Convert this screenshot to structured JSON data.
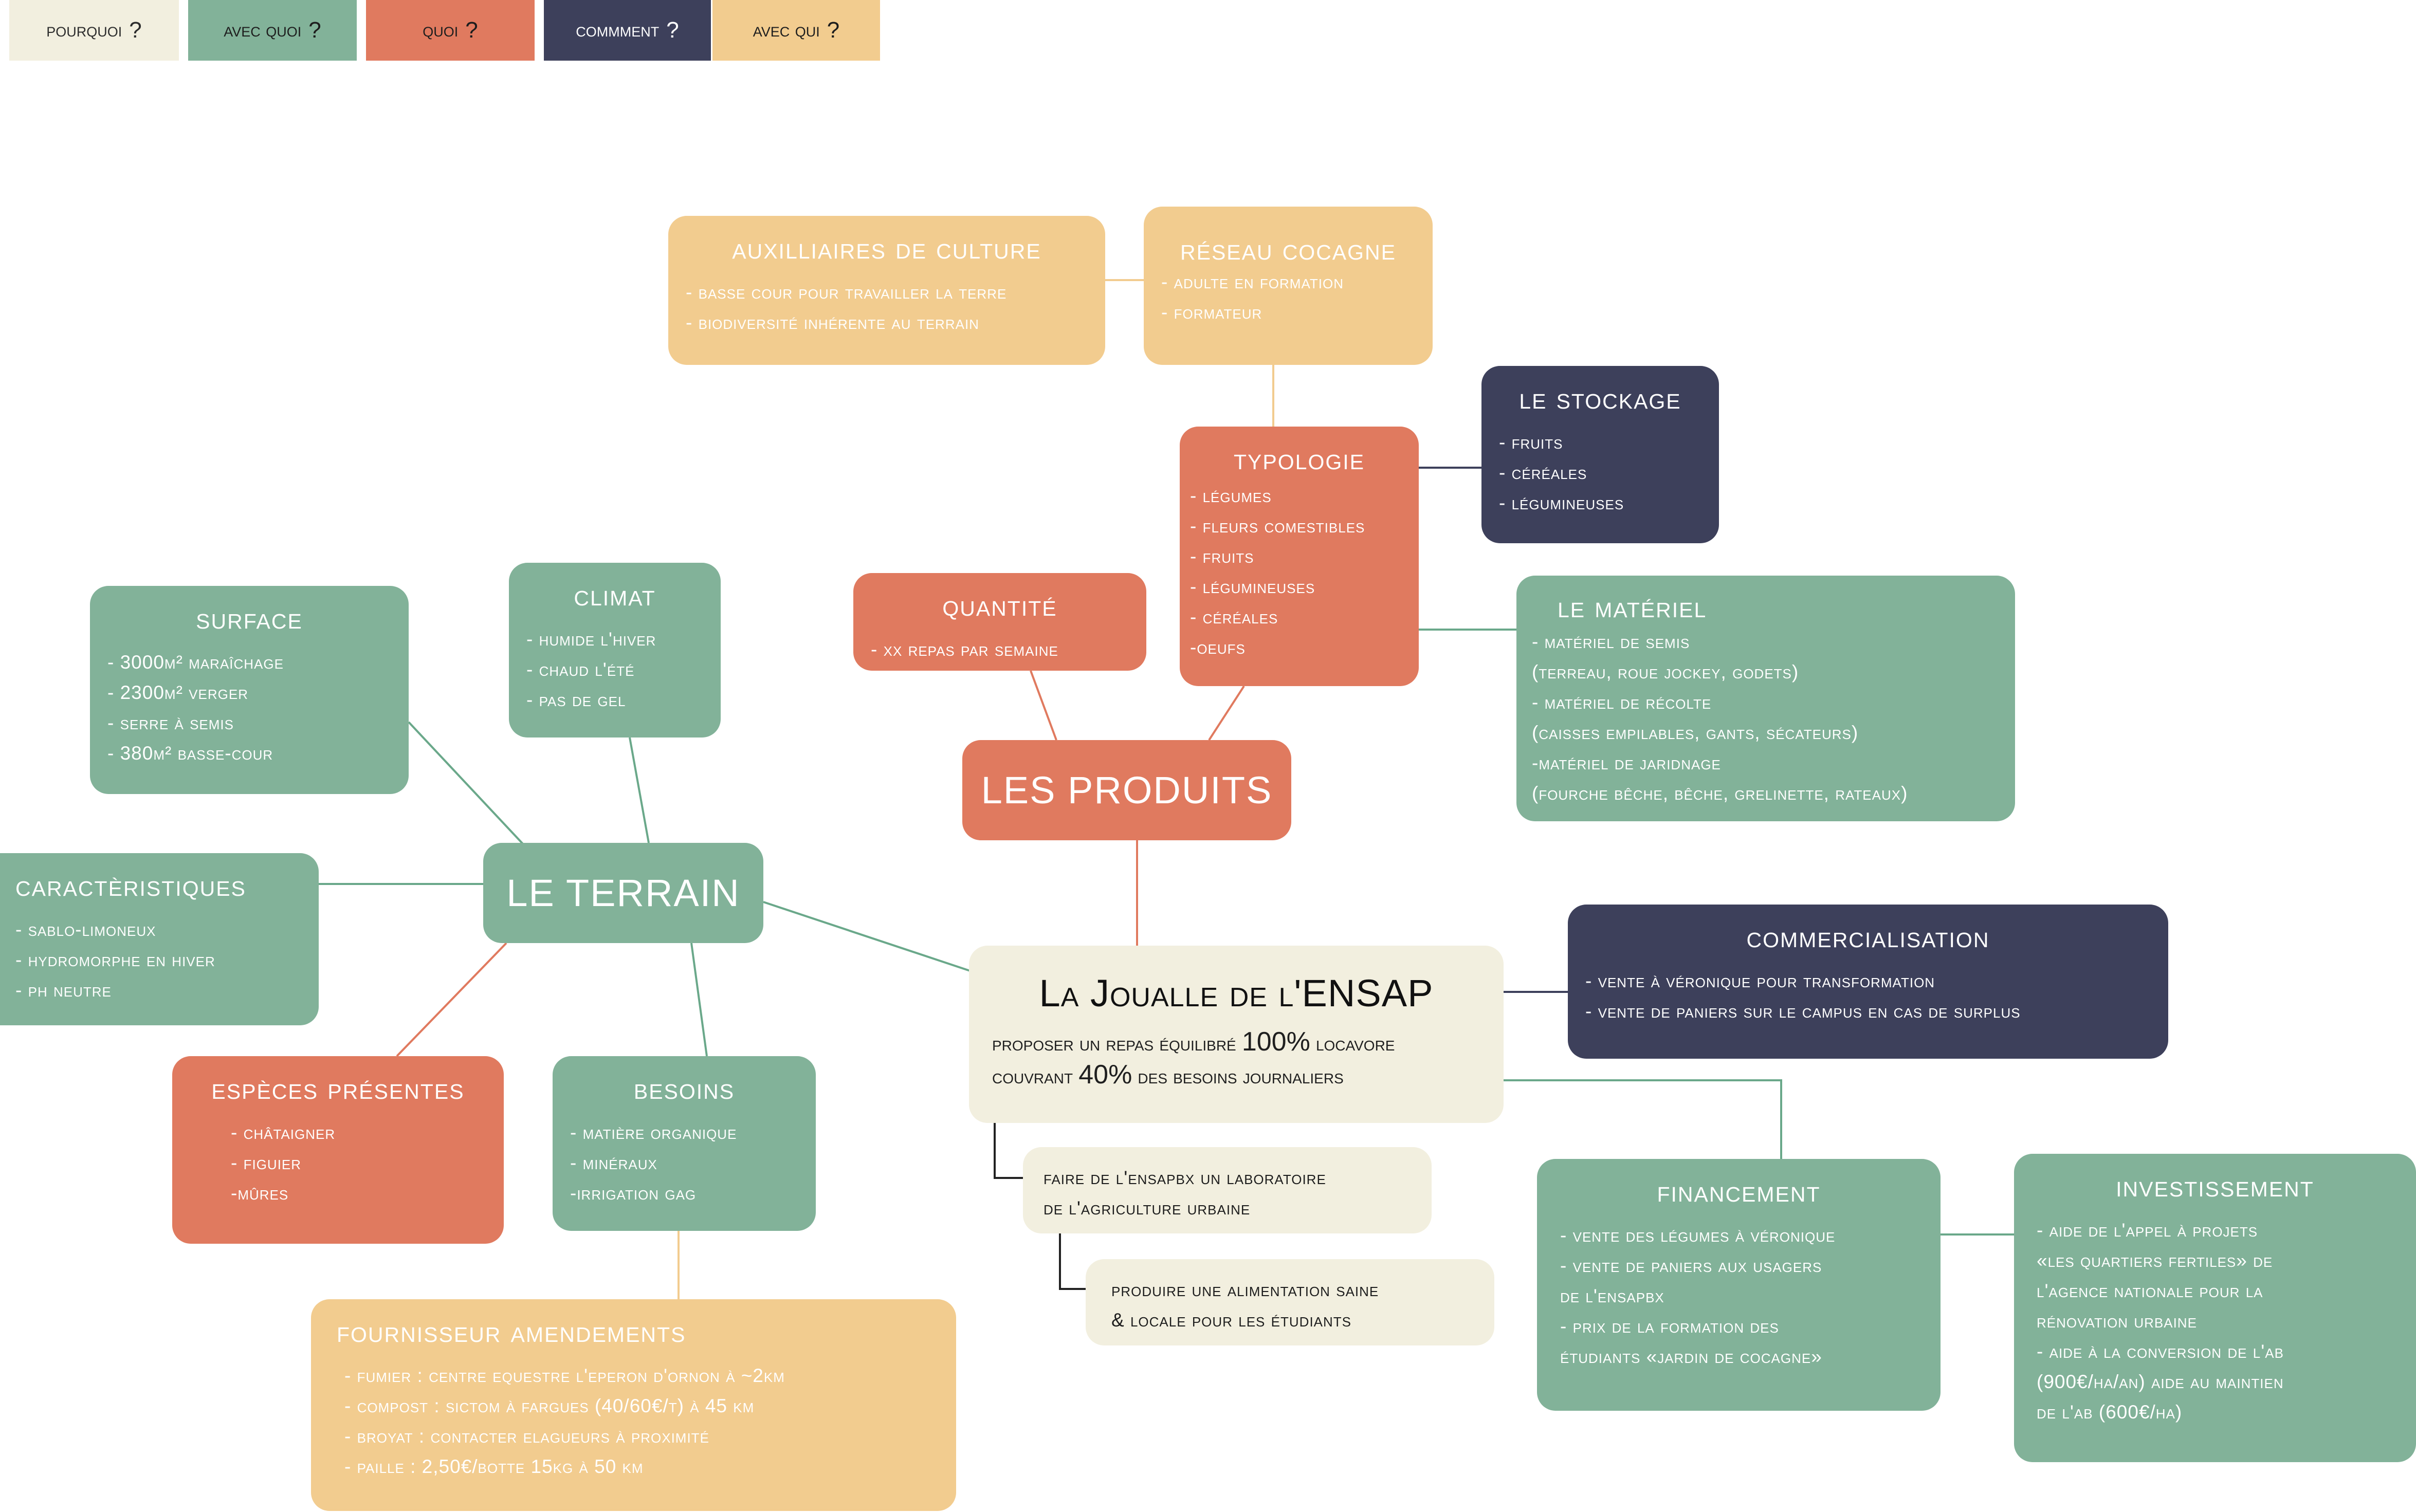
{
  "legend": [
    {
      "label": "pourquoi",
      "q": "?"
    },
    {
      "label": "avec quoi",
      "q": "?"
    },
    {
      "label": "quoi",
      "q": "?"
    },
    {
      "label": "commment",
      "q": "?"
    },
    {
      "label": "avec qui",
      "q": "?"
    }
  ],
  "colors": {
    "pourquoi": "#f2efdf",
    "avec_quoi": "#82b299",
    "quoi": "#e07a5f",
    "comment": "#3d405b",
    "avec_qui": "#f2cc8f",
    "line": "#6aa88a"
  },
  "center": {
    "title": "La Joualle de l'ENSAP",
    "line1_pre": "proposer un repas équilibré ",
    "line1_num": "100%",
    "line1_post": " locavore",
    "line2_pre": "couvrant ",
    "line2_num": "40%",
    "line2_post": " des besoins journaliers"
  },
  "sub1": {
    "l1": "faire de l'ensapbx un laboratoire",
    "l2": "de l'agriculture urbaine"
  },
  "sub2": {
    "l1": "produire une alimentation saine",
    "l2": "& locale pour les étudiants"
  },
  "produits": {
    "title": "LES PRODUITS"
  },
  "terrain": {
    "title": "LE TERRAIN"
  },
  "auxiliaires": {
    "title": "auxilliaires de culture",
    "items": [
      "- basse cour pour travailler la terre",
      "- biodiversité inhérente au terrain"
    ]
  },
  "reseau": {
    "title": "réseau cocagne",
    "items": [
      "- adulte en formation",
      "- formateur"
    ]
  },
  "stockage": {
    "title": "le stockage",
    "items": [
      "- fruits",
      "- céréales",
      "- légumineuses"
    ]
  },
  "typologie": {
    "title": "typologie",
    "items": [
      "- légumes",
      "- fleurs comestibles",
      "- fruits",
      "- légumineuses",
      "- céréales",
      "-oeufs"
    ]
  },
  "quantite": {
    "title": "quantité",
    "items": [
      "- xx repas par semaine"
    ]
  },
  "materiel": {
    "title": "le matériel",
    "items": [
      "- matériel de semis",
      "(terreau, roue jockey, godets)",
      "- matériel de récolte",
      "(caisses empilables, gants, sécateurs)",
      "-matériel de jaridnage",
      "(fourche bêche, bêche, grelinette, rateaux)"
    ]
  },
  "commercialisation": {
    "title": "commercialisation",
    "items": [
      "- vente à véronique pour transformation",
      "- vente de paniers sur le campus en cas de surplus"
    ]
  },
  "financement": {
    "title": "financement",
    "items": [
      "- vente des légumes à véronique",
      "- vente de paniers aux usagers",
      "de l'ensapbx",
      "- prix de la formation des",
      "étudiants «jardin de cocagne»"
    ]
  },
  "investissement": {
    "title": "investissement",
    "items": [
      "- aide de l'appel à projets",
      "«les quartiers fertiles» de",
      "l'agence nationale pour la",
      "rénovation urbaine",
      "- aide à la conversion de l'ab",
      "(900€/ha/an) aide au maintien",
      "de l'ab (600€/ha)"
    ]
  },
  "surface": {
    "title": "surface",
    "items": [
      "- 3000m² maraîchage",
      "- 2300m² verger",
      "- serre à semis",
      "- 380m² basse-cour"
    ]
  },
  "climat": {
    "title": "climat",
    "items": [
      "- humide l'hiver",
      "- chaud l'été",
      "- pas de gel"
    ]
  },
  "caracteristiques": {
    "title": "caractèristiques",
    "items": [
      "- sablo-limoneux",
      "- hydromorphe en hiver",
      "- ph neutre"
    ]
  },
  "especes": {
    "title": "espèces présentes",
    "items": [
      "- châtaigner",
      "- figuier",
      "-mûres"
    ]
  },
  "besoins": {
    "title": "besoins",
    "items": [
      "- matière organique",
      "- minéraux",
      "-irrigation gag"
    ]
  },
  "fournisseur": {
    "title": "fournisseur amendements",
    "items": [
      "- fumier : centre equestre l'eperon d'ornon à ~2km",
      "- compost : sictom à fargues (40/60€/t) à 45 km",
      "- broyat : contacter elagueurs à proximité",
      "- paille : 2,50€/botte 15kg à 50 km"
    ]
  }
}
